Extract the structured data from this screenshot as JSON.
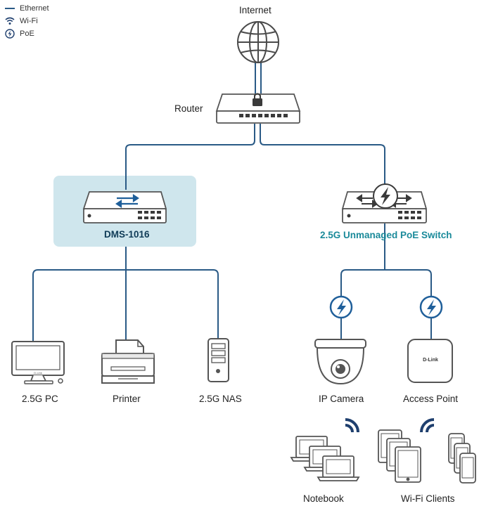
{
  "legend": {
    "ethernet": "Ethernet",
    "wifi": "Wi-Fi",
    "poe": "PoE"
  },
  "nodes": {
    "internet": "Internet",
    "router": "Router",
    "dms": "DMS-1016",
    "poe_switch": "2.5G Unmanaged PoE Switch",
    "pc": "2.5G PC",
    "printer": "Printer",
    "nas": "2.5G NAS",
    "ip_camera": "IP Camera",
    "access_point": "Access Point",
    "notebook": "Notebook",
    "wifi_clients": "Wi-Fi Clients"
  },
  "ap_brand": "D-Link",
  "colors": {
    "line": "#2a5a86",
    "accent": "#1a8a9a",
    "highlight_bg": "#cfe6ed",
    "device_stroke": "#555555",
    "poe_icon": "#1f5f9a"
  },
  "icons": [
    "globe-icon",
    "router-icon",
    "switch-icon",
    "poe-switch-icon",
    "pc-icon",
    "printer-icon",
    "nas-icon",
    "ip-camera-icon",
    "access-point-icon",
    "notebook-icon",
    "tablet-icon",
    "phone-icon",
    "wifi-icon",
    "poe-icon"
  ]
}
